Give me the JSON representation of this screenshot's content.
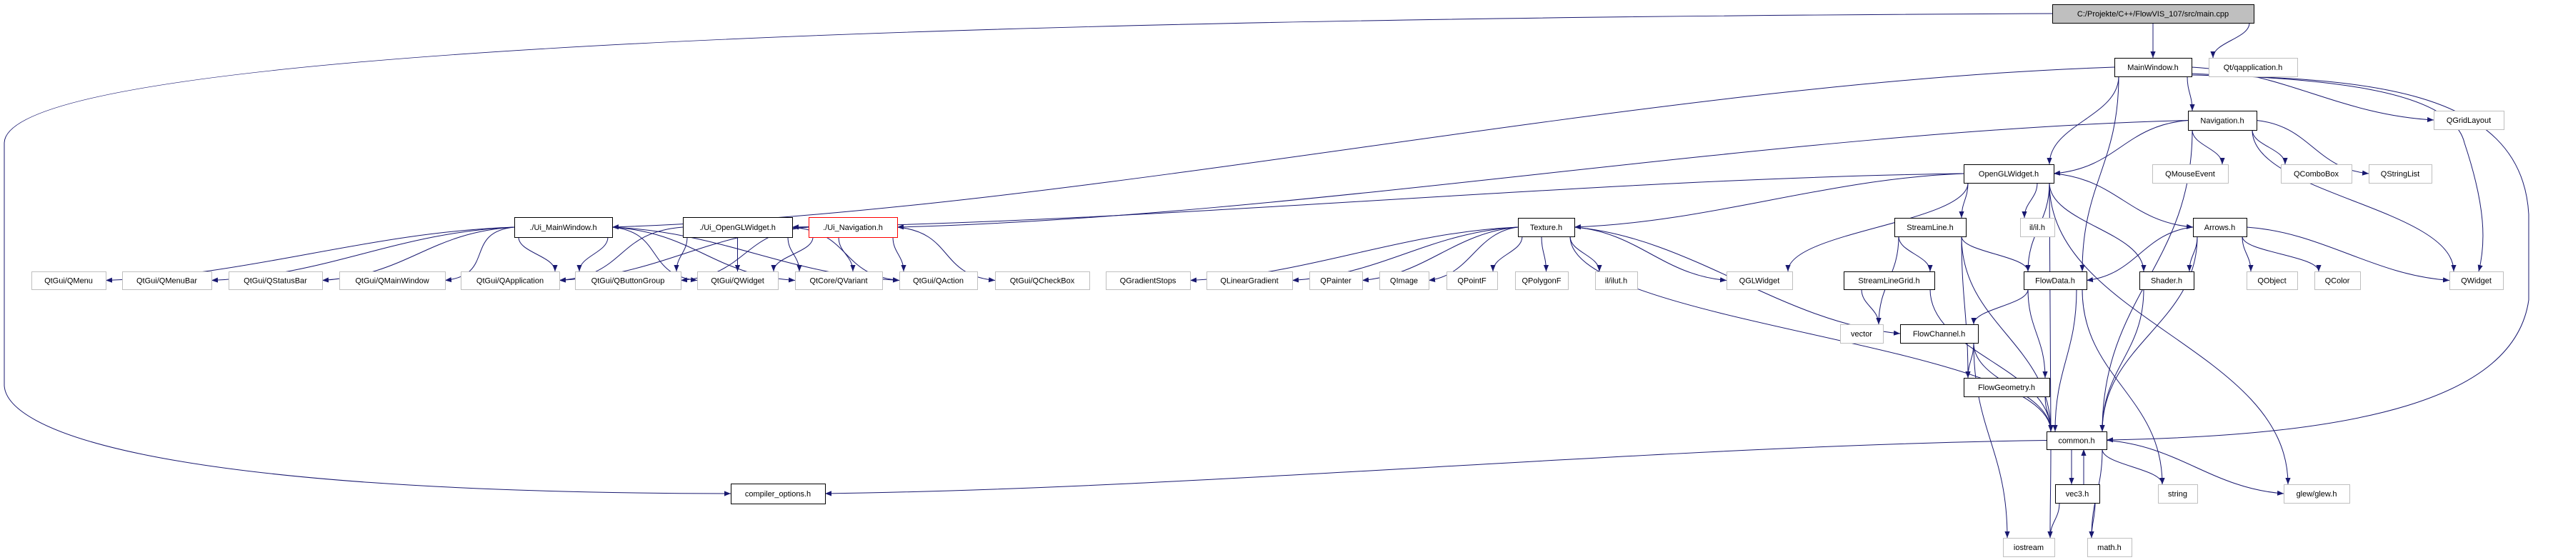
{
  "title": "C:/Projekte/C++/FlowVIS_107/src/main.cpp",
  "colors": {
    "edge": "#191970",
    "root_fill": "#bfbfbf",
    "external_border": "#bfbfbf",
    "doc_border": "#000000",
    "highlight_border": "#ff0000"
  },
  "nodes": {
    "main": {
      "label": "C:/Projekte/C++/FlowVIS_107/src/main.cpp",
      "kind": "root"
    },
    "mainwindow": {
      "label": "MainWindow.h",
      "kind": "doc"
    },
    "qapplication": {
      "label": "Qt/qapplication.h",
      "kind": "ext"
    },
    "navigation": {
      "label": "Navigation.h",
      "kind": "doc"
    },
    "qgridlayout": {
      "label": "QGridLayout",
      "kind": "ext"
    },
    "opengl": {
      "label": "OpenGLWidget.h",
      "kind": "doc"
    },
    "qmouseevent": {
      "label": "QMouseEvent",
      "kind": "ext"
    },
    "qcombobox": {
      "label": "QComboBox",
      "kind": "ext"
    },
    "qstringlist": {
      "label": "QStringList",
      "kind": "ext"
    },
    "ui_main": {
      "label": "./Ui_MainWindow.h",
      "kind": "doc"
    },
    "ui_opengl": {
      "label": "./Ui_OpenGLWidget.h",
      "kind": "doc"
    },
    "ui_nav": {
      "label": "./Ui_Navigation.h",
      "kind": "highlight"
    },
    "texture": {
      "label": "Texture.h",
      "kind": "doc"
    },
    "streamline": {
      "label": "StreamLine.h",
      "kind": "doc"
    },
    "ilh": {
      "label": "il/il.h",
      "kind": "ext"
    },
    "arrows": {
      "label": "Arrows.h",
      "kind": "doc"
    },
    "qmenu": {
      "label": "QtGui/QMenu",
      "kind": "ext"
    },
    "qmenubar": {
      "label": "QtGui/QMenuBar",
      "kind": "ext"
    },
    "qstatusbar": {
      "label": "QtGui/QStatusBar",
      "kind": "ext"
    },
    "qmainwindow": {
      "label": "QtGui/QMainWindow",
      "kind": "ext"
    },
    "qtapplication": {
      "label": "QtGui/QApplication",
      "kind": "ext"
    },
    "qbuttongroup": {
      "label": "QtGui/QButtonGroup",
      "kind": "ext"
    },
    "qtwidget": {
      "label": "QtGui/QWidget",
      "kind": "ext"
    },
    "qvariant": {
      "label": "QtCore/QVariant",
      "kind": "ext"
    },
    "qaction": {
      "label": "QtGui/QAction",
      "kind": "ext"
    },
    "qcheckbox": {
      "label": "QtGui/QCheckBox",
      "kind": "ext"
    },
    "qgradientstops": {
      "label": "QGradientStops",
      "kind": "ext"
    },
    "qlineargradient": {
      "label": "QLinearGradient",
      "kind": "ext"
    },
    "qpainter": {
      "label": "QPainter",
      "kind": "ext"
    },
    "qimage": {
      "label": "QImage",
      "kind": "ext"
    },
    "qpointf": {
      "label": "QPointF",
      "kind": "ext"
    },
    "qpolygonf": {
      "label": "QPolygonF",
      "kind": "ext"
    },
    "ilut": {
      "label": "il/ilut.h",
      "kind": "ext"
    },
    "qglwidget": {
      "label": "QGLWidget",
      "kind": "ext"
    },
    "streamlinegrid": {
      "label": "StreamLineGrid.h",
      "kind": "doc"
    },
    "flowdata": {
      "label": "FlowData.h",
      "kind": "doc"
    },
    "shader": {
      "label": "Shader.h",
      "kind": "doc"
    },
    "qobject": {
      "label": "QObject",
      "kind": "ext"
    },
    "qcolor": {
      "label": "QColor",
      "kind": "ext"
    },
    "qwidget": {
      "label": "QWidget",
      "kind": "ext"
    },
    "vector": {
      "label": "vector",
      "kind": "ext"
    },
    "flowchannel": {
      "label": "FlowChannel.h",
      "kind": "doc"
    },
    "flowgeometry": {
      "label": "FlowGeometry.h",
      "kind": "doc"
    },
    "common": {
      "label": "common.h",
      "kind": "doc"
    },
    "compiler": {
      "label": "compiler_options.h",
      "kind": "doc"
    },
    "vec3": {
      "label": "vec3.h",
      "kind": "doc"
    },
    "string": {
      "label": "string",
      "kind": "ext"
    },
    "glew": {
      "label": "glew/glew.h",
      "kind": "ext"
    },
    "iostream": {
      "label": "iostream",
      "kind": "ext"
    },
    "mathh": {
      "label": "math.h",
      "kind": "ext"
    }
  },
  "edges": [
    [
      "main",
      "mainwindow"
    ],
    [
      "main",
      "qapplication"
    ],
    [
      "main",
      "compiler"
    ],
    [
      "mainwindow",
      "ui_main"
    ],
    [
      "mainwindow",
      "navigation"
    ],
    [
      "mainwindow",
      "opengl"
    ],
    [
      "mainwindow",
      "flowdata"
    ],
    [
      "mainwindow",
      "qgridlayout"
    ],
    [
      "mainwindow",
      "qwidget"
    ],
    [
      "mainwindow",
      "common"
    ],
    [
      "navigation",
      "ui_nav"
    ],
    [
      "navigation",
      "opengl"
    ],
    [
      "navigation",
      "qmouseevent"
    ],
    [
      "navigation",
      "qcombobox"
    ],
    [
      "navigation",
      "qstringlist"
    ],
    [
      "navigation",
      "qwidget"
    ],
    [
      "navigation",
      "common"
    ],
    [
      "opengl",
      "ui_opengl"
    ],
    [
      "opengl",
      "texture"
    ],
    [
      "opengl",
      "streamline"
    ],
    [
      "opengl",
      "ilh"
    ],
    [
      "opengl",
      "flowdata"
    ],
    [
      "opengl",
      "arrows"
    ],
    [
      "opengl",
      "shader"
    ],
    [
      "opengl",
      "common"
    ],
    [
      "opengl",
      "qglwidget"
    ],
    [
      "opengl",
      "glew"
    ],
    [
      "texture",
      "qgradientstops"
    ],
    [
      "texture",
      "qlineargradient"
    ],
    [
      "texture",
      "qpainter"
    ],
    [
      "texture",
      "qimage"
    ],
    [
      "texture",
      "qpointf"
    ],
    [
      "texture",
      "qpolygonf"
    ],
    [
      "texture",
      "ilut"
    ],
    [
      "texture",
      "qglwidget"
    ],
    [
      "texture",
      "flowchannel"
    ],
    [
      "texture",
      "common"
    ],
    [
      "streamline",
      "streamlinegrid"
    ],
    [
      "streamline",
      "flowdata"
    ],
    [
      "streamline",
      "vector"
    ],
    [
      "streamline",
      "flowgeometry"
    ],
    [
      "streamline",
      "common"
    ],
    [
      "streamlinegrid",
      "vector"
    ],
    [
      "streamlinegrid",
      "common"
    ],
    [
      "arrows",
      "flowdata"
    ],
    [
      "arrows",
      "shader"
    ],
    [
      "arrows",
      "qobject"
    ],
    [
      "arrows",
      "qcolor"
    ],
    [
      "arrows",
      "qwidget"
    ],
    [
      "arrows",
      "common"
    ],
    [
      "flowdata",
      "flowchannel"
    ],
    [
      "flowdata",
      "flowgeometry"
    ],
    [
      "flowdata",
      "common"
    ],
    [
      "flowdata",
      "string"
    ],
    [
      "flowchannel",
      "flowgeometry"
    ],
    [
      "flowchannel",
      "common"
    ],
    [
      "flowchannel",
      "iostream"
    ],
    [
      "flowgeometry",
      "common"
    ],
    [
      "shader",
      "common"
    ],
    [
      "common",
      "compiler"
    ],
    [
      "common",
      "vec3"
    ],
    [
      "common",
      "iostream"
    ],
    [
      "common",
      "mathh"
    ],
    [
      "common",
      "string"
    ],
    [
      "common",
      "glew"
    ],
    [
      "vec3",
      "common"
    ],
    [
      "vec3",
      "iostream"
    ],
    [
      "vec3",
      "mathh"
    ],
    [
      "ui_main",
      "qmenu"
    ],
    [
      "ui_main",
      "qmenubar"
    ],
    [
      "ui_main",
      "qstatusbar"
    ],
    [
      "ui_main",
      "qmainwindow"
    ],
    [
      "ui_main",
      "qtapplication"
    ],
    [
      "ui_main",
      "qbuttongroup"
    ],
    [
      "ui_main",
      "qtwidget"
    ],
    [
      "ui_main",
      "qvariant"
    ],
    [
      "ui_main",
      "qaction"
    ],
    [
      "ui_opengl",
      "qtapplication"
    ],
    [
      "ui_opengl",
      "qbuttongroup"
    ],
    [
      "ui_opengl",
      "qtwidget"
    ],
    [
      "ui_opengl",
      "qvariant"
    ],
    [
      "ui_opengl",
      "qaction"
    ],
    [
      "ui_nav",
      "qtapplication"
    ],
    [
      "ui_nav",
      "qbuttongroup"
    ],
    [
      "ui_nav",
      "qtwidget"
    ],
    [
      "ui_nav",
      "qvariant"
    ],
    [
      "ui_nav",
      "qaction"
    ],
    [
      "ui_nav",
      "qcheckbox"
    ]
  ]
}
